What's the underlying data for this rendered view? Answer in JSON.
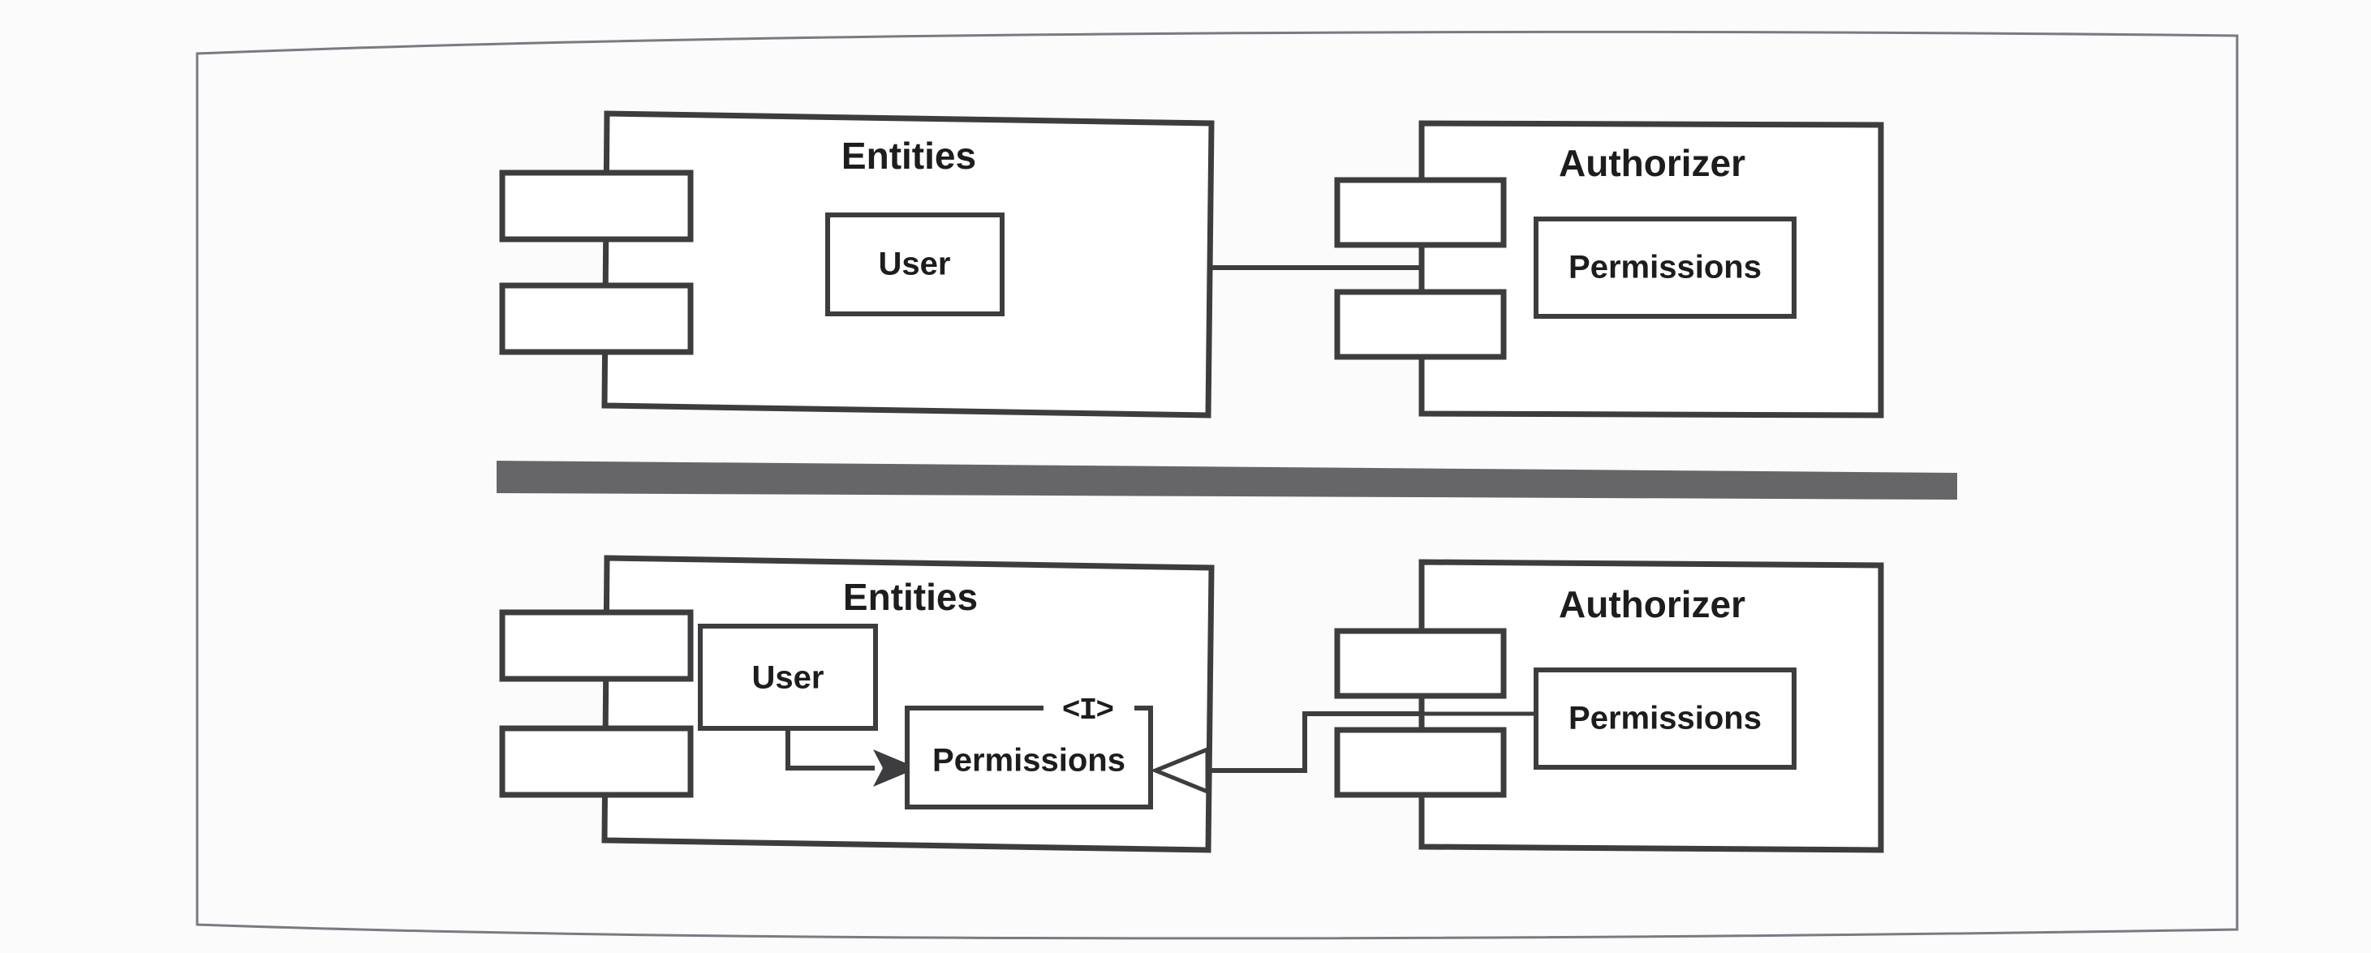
{
  "figure": {
    "kind": "uml-component-diagram",
    "description": "Two-panel UML component diagram comparing Entities and Authorizer components before and after introducing a Permissions interface.",
    "divider_color": "#666668",
    "line_color": "#3d3d3f",
    "paper_color": "#fbfbfc"
  },
  "panels": [
    {
      "id": "before",
      "components": [
        {
          "id": "entities-top",
          "title": "Entities",
          "ports": [
            "provided-port-upper",
            "provided-port-lower"
          ],
          "nodes": [
            {
              "id": "user-top",
              "label": "User",
              "stereotype": ""
            }
          ]
        },
        {
          "id": "authorizer-top",
          "title": "Authorizer",
          "ports": [
            "provided-port-upper",
            "provided-port-lower"
          ],
          "nodes": [
            {
              "id": "permissions-top",
              "label": "Permissions",
              "stereotype": ""
            }
          ]
        }
      ],
      "connectors": [
        {
          "id": "entities-to-authorizer",
          "from": "entities-top",
          "to": "authorizer-top",
          "arrowhead": "none",
          "style": "solid"
        }
      ]
    },
    {
      "id": "after",
      "components": [
        {
          "id": "entities-bottom",
          "title": "Entities",
          "ports": [
            "provided-port-upper",
            "provided-port-lower"
          ],
          "nodes": [
            {
              "id": "user-bottom",
              "label": "User",
              "stereotype": ""
            },
            {
              "id": "permissions-interface",
              "label": "Permissions",
              "stereotype": "<I>"
            }
          ]
        },
        {
          "id": "authorizer-bottom",
          "title": "Authorizer",
          "ports": [
            "provided-port-upper",
            "provided-port-lower"
          ],
          "nodes": [
            {
              "id": "permissions-bottom",
              "label": "Permissions",
              "stereotype": ""
            }
          ]
        }
      ],
      "connectors": [
        {
          "id": "user-uses-permissions",
          "from": "user-bottom",
          "to": "permissions-interface",
          "arrowhead": "solid",
          "style": "solid"
        },
        {
          "id": "authorizer-realizes-permissions",
          "from": "authorizer-bottom",
          "to": "permissions-interface",
          "arrowhead": "hollow-triangle",
          "style": "solid"
        },
        {
          "id": "authorizer-permissions-port",
          "from": "permissions-bottom",
          "to": "authorizer-bottom-port",
          "arrowhead": "none",
          "style": "solid"
        }
      ]
    }
  ],
  "labels": {
    "entities": "Entities",
    "authorizer": "Authorizer",
    "user": "User",
    "permissions": "Permissions",
    "interface_tag": "<I>"
  }
}
